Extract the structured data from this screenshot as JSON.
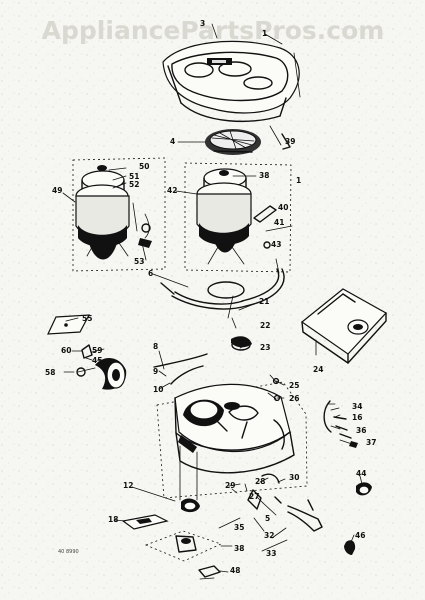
{
  "watermark": "AppliancePartsPros.com",
  "footer_code": "40 8990",
  "labels": {
    "l1": "3",
    "l2": "1",
    "l4": "4",
    "l39": "39",
    "l50": "50",
    "l51": "51",
    "l52": "52",
    "l49": "49",
    "l53": "53",
    "l42": "42",
    "l38": "38",
    "l40": "40",
    "l41": "41",
    "l43": "43",
    "l1b": "1",
    "l6": "6",
    "l21": "21",
    "l22": "22",
    "l23": "23",
    "l55": "55",
    "l60": "60",
    "l59": "59",
    "l45": "45",
    "l58": "58",
    "l24": "24",
    "l8": "8",
    "l9": "9",
    "l10": "10",
    "l25": "25",
    "l26": "26",
    "l34": "34",
    "l16": "16",
    "l36": "36",
    "l37": "37",
    "l12": "12",
    "l29": "29",
    "l28": "28",
    "l27": "27",
    "l30": "30",
    "l44": "44",
    "l18": "18",
    "l5": "5",
    "l32": "32",
    "l35": "35",
    "l33": "33",
    "l46": "46",
    "l38b": "38",
    "l48": "48"
  }
}
